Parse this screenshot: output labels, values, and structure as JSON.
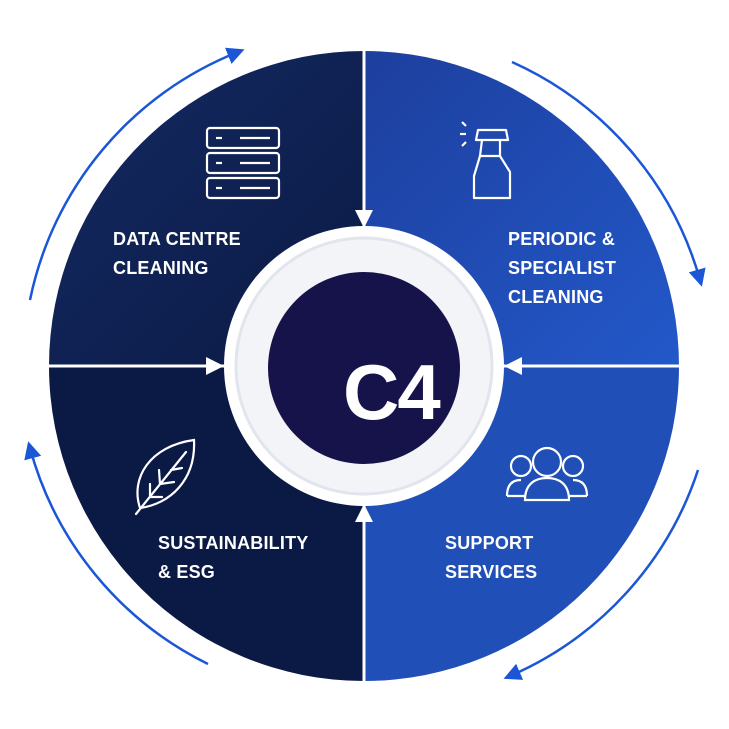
{
  "colors": {
    "navy": "#0f1f4d",
    "navy_dark": "#0a173c",
    "blue": "#1f4fb0",
    "blue_bright": "#2255c8",
    "logo_circle": "#16134a",
    "arrow_blue": "#1a56d6",
    "white": "#ffffff"
  },
  "segments": {
    "data_centre": {
      "line1": "DATA CENTRE",
      "line2": "CLEANING",
      "icon": "server-rack-icon"
    },
    "periodic": {
      "line1": "PERIODIC &",
      "line2": "SPECIALIST",
      "line3": "CLEANING",
      "icon": "spray-bottle-icon"
    },
    "sustainability": {
      "line1": "SUSTAINABILITY",
      "line2": "& ESG",
      "icon": "leaf-icon"
    },
    "support": {
      "line1": "SUPPORT",
      "line2": "SERVICES",
      "icon": "people-group-icon"
    }
  },
  "center": {
    "logo_text": "C4"
  }
}
